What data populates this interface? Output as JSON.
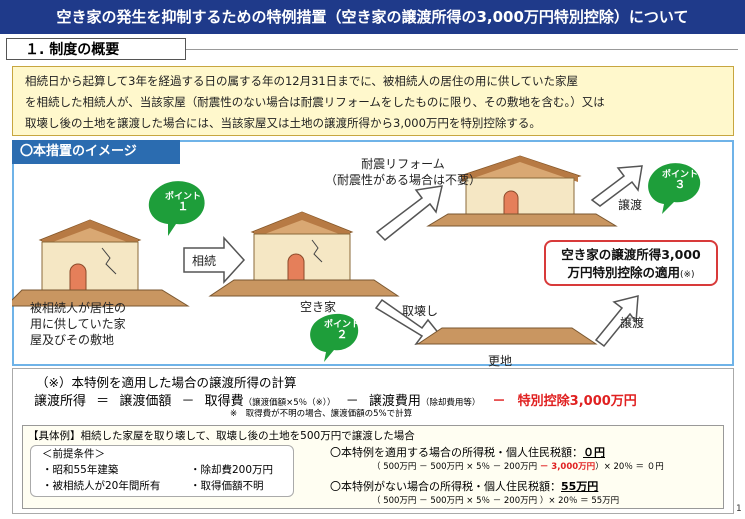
{
  "title": "空き家の発生を抑制するための特例措置（空き家の譲渡所得の3,000万円特別控除）について",
  "section1": {
    "label": "１. 制度の概要"
  },
  "summary_lines": [
    "相続日から起算して3年を経過する日の属する年の12月31日までに、被相続人の居住の用に供していた家屋",
    "を相続した相続人が、当該家屋（耐震性のない場合は耐震リフォームをしたものに限り、その敷地を含む。）又は",
    "取壊し後の土地を譲渡した場合には、当該家屋又は土地の譲渡所得から3,000万円を特別控除する。"
  ],
  "image": {
    "heading": "〇本措置のイメージ",
    "point1": [
      "ポイント",
      "１"
    ],
    "point2": [
      "ポイント",
      "２"
    ],
    "point3": [
      "ポイント",
      "３"
    ],
    "house_label_lines": [
      "被相続人が居住の",
      "用に供していた家",
      "屋及びその敷地"
    ],
    "inherit": "相続",
    "vacant": "空き家",
    "reform_lines": [
      "耐震リフォーム",
      "（耐震性がある場合は不要）"
    ],
    "transfer1": "譲渡",
    "demolish": "取壊し",
    "transfer2": "譲渡",
    "vacant_land": "更地",
    "callout_lines": [
      "空き家の譲渡所得3,000",
      "万円特別控除の適用"
    ],
    "callout_mark": "(※)"
  },
  "calc": {
    "heading": "（※）本特例を適用した場合の譲渡所得の計算",
    "formula": {
      "income": "譲渡所得",
      "eq": "＝",
      "value": "譲渡価額",
      "minus1": "－",
      "cost": "取得費",
      "cost_note": "（譲渡価額×5％（※））",
      "minus2": "－",
      "expense": "譲渡費用",
      "expense_note": "（除却費用等）",
      "minus3": "－",
      "deduction": "特別控除3,000万円"
    },
    "note": "※　取得費が不明の場合、譲渡価額の5%で計算"
  },
  "example": {
    "heading": "【具体例】相続した家屋を取り壊して、取壊し後の土地を500万円で譲渡した場合",
    "premise_title": "＜前提条件＞",
    "premises": [
      "・昭和55年建築",
      "・除却費200万円",
      "・被相続人が20年間所有",
      "・取得価額不明"
    ],
    "apply_title": "〇本特例を適用する場合の所得税・個人住民税額：",
    "apply_amount": "０円",
    "apply_calc_pre": "（ 500万円 － 500万円 × 5％ － 200万円 ",
    "apply_calc_red": "－ 3,000万円",
    "apply_calc_post": "）× 20％ ＝ ０円",
    "noapply_title": "〇本特例がない場合の所得税・個人住民税額：",
    "noapply_amount": "55万円",
    "noapply_calc": "（ 500万円 － 500万円 × 5％ － 200万円 ）× 20％ ＝ 55万円"
  },
  "page_number": "1",
  "colors": {
    "title_bg": "#1f3a8a",
    "badge_bg": "#2b6cb0",
    "point_green": "#1e9e3a",
    "accent_red": "#e02020",
    "summary_bg": "#fff8cc"
  }
}
